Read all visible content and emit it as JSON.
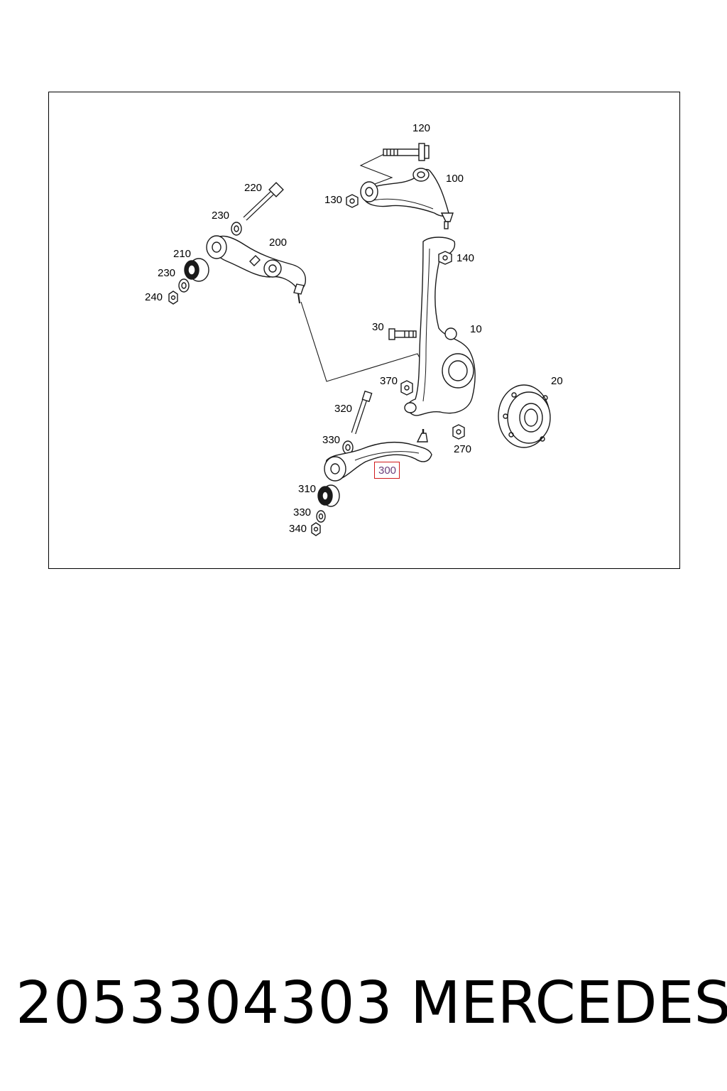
{
  "callouts": {
    "c120": "120",
    "c100": "100",
    "c130": "130",
    "c220": "220",
    "c230a": "230",
    "c200": "200",
    "c210": "210",
    "c230b": "230",
    "c240": "240",
    "c140": "140",
    "c30": "30",
    "c10": "10",
    "c370": "370",
    "c20": "20",
    "c320": "320",
    "c330a": "330",
    "c270": "270",
    "c300": "300",
    "c310": "310",
    "c330b": "330",
    "c340": "340"
  },
  "highlighted_part": "300",
  "highlight_color": "#d0191b",
  "footer": {
    "part_number": "2053304303",
    "brand": "MERCEDES"
  }
}
